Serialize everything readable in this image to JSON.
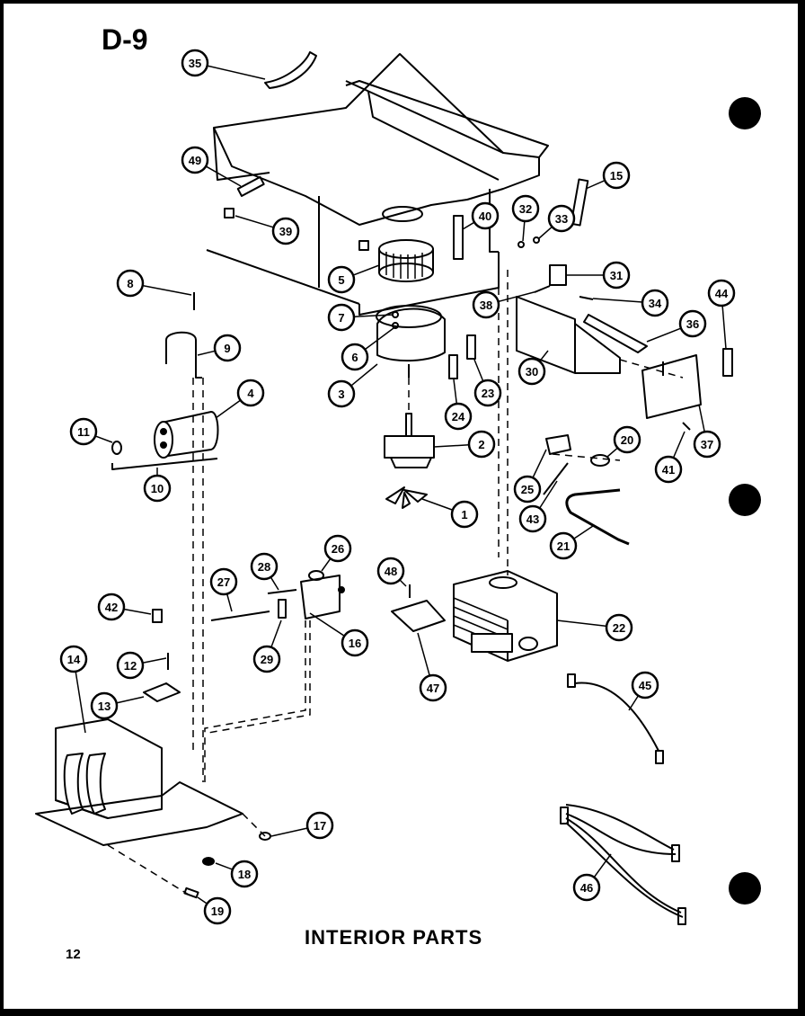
{
  "page_label": "D-9",
  "title": "INTERIOR PARTS",
  "page_number": "12",
  "callouts": [
    "35",
    "49",
    "39",
    "40",
    "32",
    "33",
    "15",
    "31",
    "34",
    "44",
    "5",
    "8",
    "7",
    "6",
    "3",
    "9",
    "4",
    "11",
    "10",
    "2",
    "1",
    "23",
    "24",
    "38",
    "30",
    "36",
    "37",
    "41",
    "25",
    "20",
    "43",
    "21",
    "26",
    "27",
    "28",
    "29",
    "16",
    "42",
    "12",
    "13",
    "14",
    "48",
    "47",
    "22",
    "45",
    "17",
    "18",
    "19",
    "46"
  ]
}
